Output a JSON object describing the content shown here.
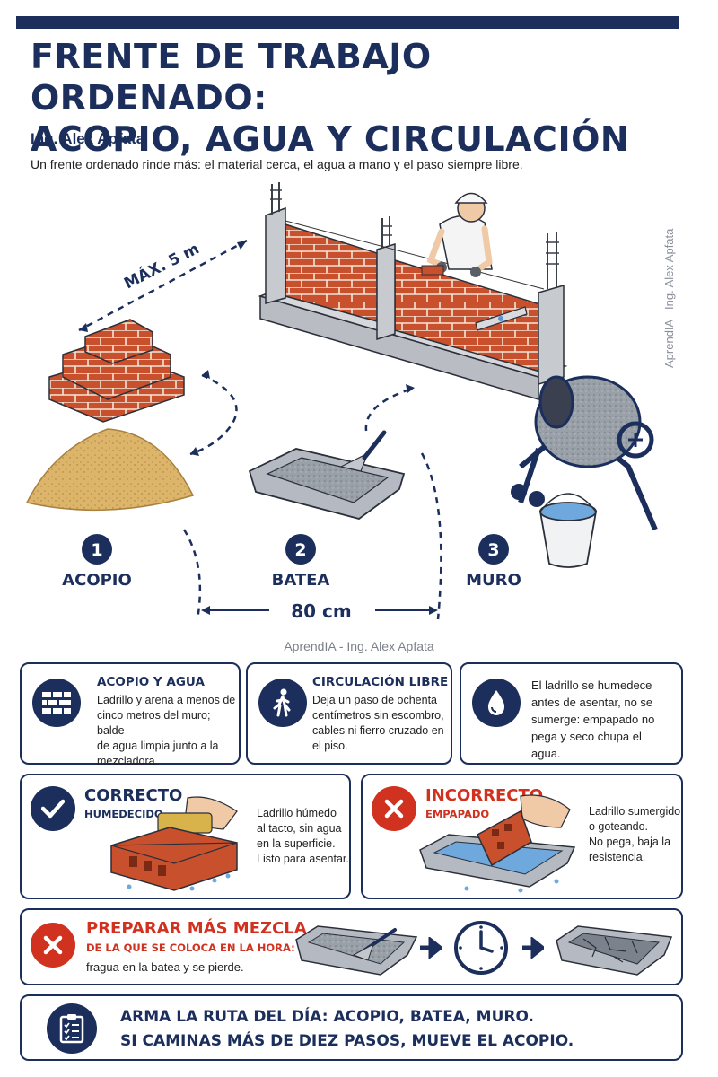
{
  "header": {
    "title_line1": "FRENTE DE TRABAJO ORDENADO:",
    "title_line2": "ACOPIO, AGUA Y CIRCULACIÓN",
    "author": "Ing. Alex Apfata",
    "lead": "Un frente ordenado rinde más: el material cerca, el agua a mano y el paso siempre libre.",
    "side_watermark": "AprendIA - Ing. Alex Apfata"
  },
  "scene": {
    "distance_label": "MÁX. 5 m",
    "width_label": "80 cm",
    "steps": [
      {
        "number": "1",
        "label": "ACOPIO"
      },
      {
        "number": "2",
        "label": "BATEA"
      },
      {
        "number": "3",
        "label": "MURO"
      }
    ],
    "watermark": "AprendIA - Ing. Alex Apfata"
  },
  "cards": {
    "acopio": {
      "title": "ACOPIO Y AGUA",
      "lines": [
        "Ladrillo y arena a menos de",
        "cinco metros del muro; balde",
        "de agua limpia junto a la",
        "mezcladora."
      ]
    },
    "circulacion": {
      "title": "CIRCULACIÓN LIBRE",
      "lines": [
        "Deja un paso de ochenta",
        "centímetros sin escombro,",
        "cables ni fierro cruzado en",
        "el piso."
      ]
    },
    "ladrillo": {
      "lines": [
        "El ladrillo se humedece",
        "antes de asentar, no se",
        "sumerge: empapado no",
        "pega y seco chupa el",
        "agua."
      ]
    }
  },
  "comparison": {
    "correct": {
      "head": "CORRECTO",
      "sub": "HUMEDECIDO",
      "lines": [
        "Ladrillo húmedo",
        "al tacto, sin agua",
        "en la superficie.",
        "Listo para asentar."
      ]
    },
    "incorrect": {
      "head": "INCORRECTO",
      "sub": "EMPAPADO",
      "lines": [
        "Ladrillo sumergido",
        "o goteando.",
        "No pega, baja la",
        "resistencia."
      ]
    }
  },
  "mix": {
    "head": "PREPARAR MÁS MEZCLA",
    "sub": "DE LA QUE SE COLOCA EN LA HORA:",
    "text": "fragua en la batea y se pierde."
  },
  "footer": {
    "line1": "ARMA LA RUTA DEL DÍA: ACOPIO, BATEA, MURO.",
    "line2": "SI CAMINAS MÁS DE DIEZ PASOS, MUEVE EL ACOPIO."
  },
  "colors": {
    "navy": "#1b2e5c",
    "brick": "#c9502c",
    "red": "#d0321f",
    "sand": "#dcb46a"
  }
}
